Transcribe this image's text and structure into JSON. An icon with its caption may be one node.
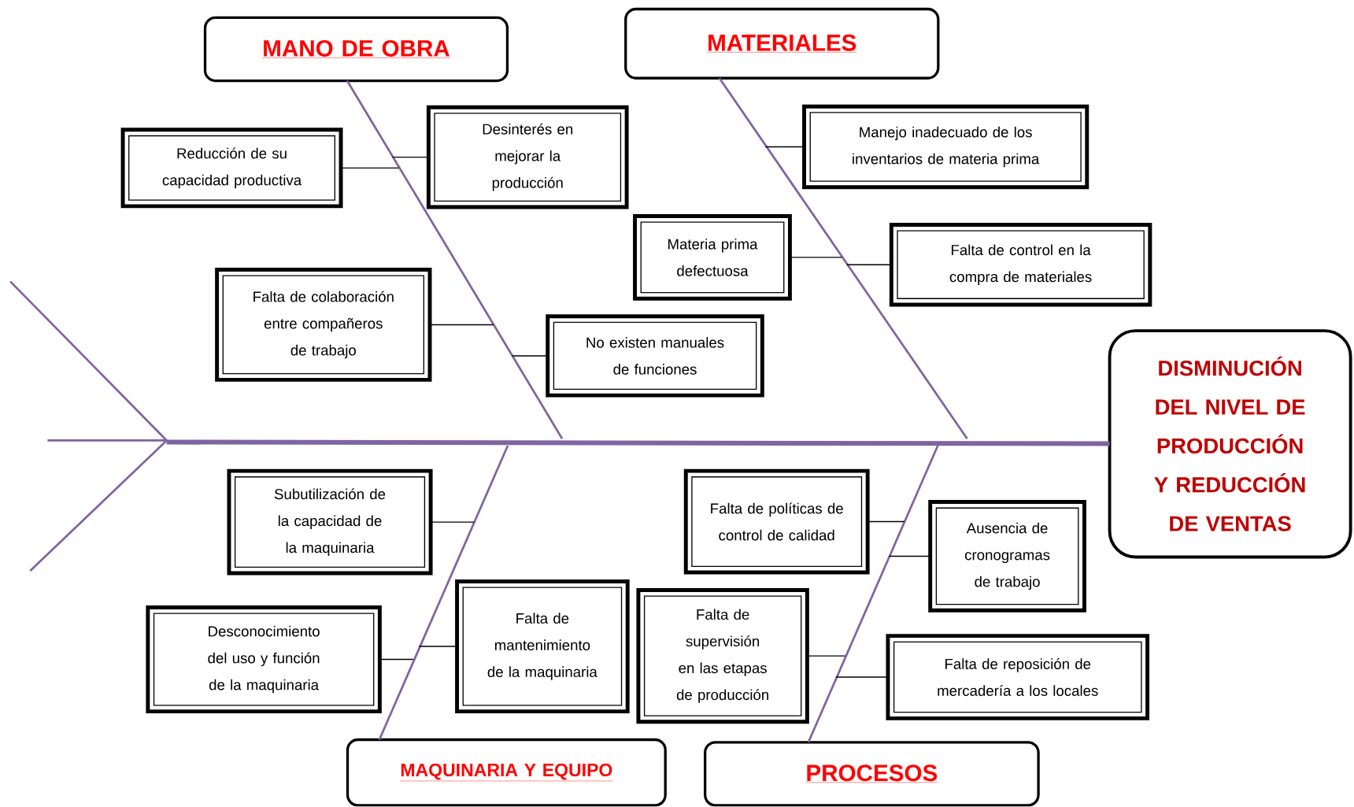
{
  "diagram": {
    "nodes": [
      {
        "text": [
          "DISMINUCIÓN DEL NIVEL DE PRODUCCIÓN Y REDUCCIÓN DE VENTAS"
        ]
      },
      {
        "text": [
          "MANO DE OBRA"
        ]
      },
      {
        "text": [
          "MATERIALES"
        ]
      },
      {
        "text": [
          "MAQUINARIA Y EQUIPO"
        ]
      },
      {
        "text": [
          "PROCESOS"
        ]
      },
      {
        "text": [
          "Reducción de su capacidad productiva"
        ]
      },
      {
        "text": [
          "Desinterés en mejorar la producción"
        ]
      },
      {
        "text": [
          "Falta de colaboración entre compañeros de trabajo"
        ]
      },
      {
        "text": [
          "No existen manuales de funciones"
        ]
      },
      {
        "text": [
          "Manejo inadecuado de los inventarios de materia prima"
        ]
      },
      {
        "text": [
          "Materia prima defectuosa"
        ]
      },
      {
        "text": [
          "Falta de control en la compra de materiales"
        ]
      },
      {
        "text": [
          "Subutilización de la capacidad de la maquinaria"
        ]
      },
      {
        "text": [
          "Desconocimiento del uso y función de la maquinaria"
        ]
      },
      {
        "text": [
          "Falta de mantenimiento de la maquinaria"
        ]
      },
      {
        "text": [
          "Falta de políticas de control de calidad"
        ]
      },
      {
        "text": [
          "Ausencia de cronogramas de trabajo"
        ]
      },
      {
        "text": [
          "Falta de supervisión en las etapas de producción"
        ]
      },
      {
        "text": [
          "Falta de reposición de mercadería a los locales"
        ]
      },
      {
        "text": [],
        "shape": "picture"
      }
    ],
    "edges": [
      {
        "from": 19,
        "to": 0,
        "arrow": "none",
        "style": "thick",
        "color": "#8064a2"
      },
      {
        "from": 1,
        "to": null,
        "arrow": "none",
        "color": "#8064a2"
      },
      {
        "from": 2,
        "to": null,
        "arrow": "none",
        "color": "#8064a2"
      },
      {
        "from": 3,
        "to": null,
        "arrow": "none",
        "color": "#8064a2"
      },
      {
        "from": 4,
        "to": null,
        "arrow": "none",
        "color": "#8064a2"
      },
      {
        "from": 5,
        "to": null,
        "arrow": "none"
      },
      {
        "from": 6,
        "to": null,
        "arrow": "none"
      },
      {
        "from": 7,
        "to": null,
        "arrow": "none"
      },
      {
        "from": 8,
        "to": null,
        "arrow": "none"
      },
      {
        "from": 9,
        "to": null,
        "arrow": "none"
      },
      {
        "from": 10,
        "to": null,
        "arrow": "none"
      },
      {
        "from": 11,
        "to": null,
        "arrow": "none"
      },
      {
        "from": 12,
        "to": null,
        "arrow": "none"
      },
      {
        "from": 13,
        "to": null,
        "arrow": "none"
      },
      {
        "from": 14,
        "to": null,
        "arrow": "none"
      },
      {
        "from": 15,
        "to": null,
        "arrow": "none"
      },
      {
        "from": 16,
        "to": null,
        "arrow": "none"
      },
      {
        "from": 17,
        "to": null,
        "arrow": "none"
      },
      {
        "from": 18,
        "to": null,
        "arrow": "none"
      }
    ]
  }
}
